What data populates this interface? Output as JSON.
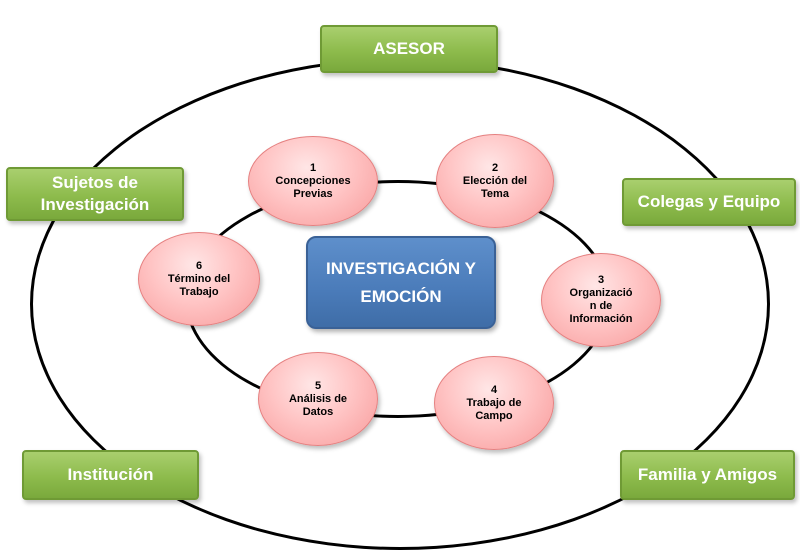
{
  "center": {
    "label": "INVESTIGACIÓN Y\nEMOCIÓN"
  },
  "outer_boxes": {
    "asesor": "ASESOR",
    "sujetos": "Sujetos de\nInvestigación",
    "colegas": "Colegas y Equipo",
    "institucion": "Institución",
    "familia": "Familia y Amigos"
  },
  "steps": [
    {
      "number": "1",
      "label": "Concepciones\nPrevias"
    },
    {
      "number": "2",
      "label": "Elección del\nTema"
    },
    {
      "number": "3",
      "label": "Organizació\nn de\nInformación"
    },
    {
      "number": "4",
      "label": "Trabajo de\nCampo"
    },
    {
      "number": "5",
      "label": "Análisis de\nDatos"
    },
    {
      "number": "6",
      "label": "Término del\nTrabajo"
    }
  ],
  "colors": {
    "outer_box_green": "#8dbb4c",
    "center_blue": "#4a7bb9",
    "step_pink": "#ffc4c4",
    "ring_black": "#000000"
  }
}
